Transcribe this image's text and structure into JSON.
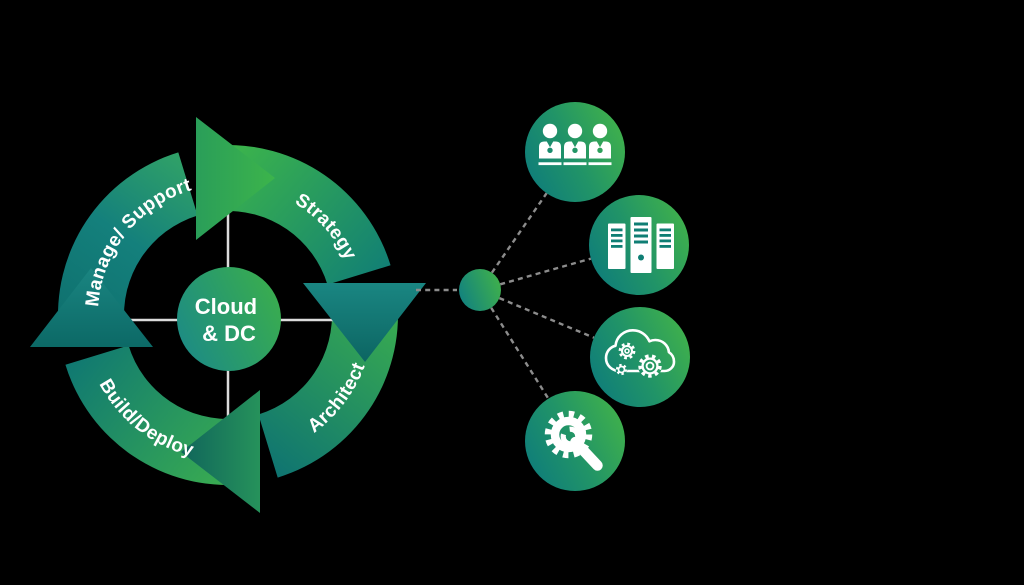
{
  "diagram": {
    "center": {
      "line1": "Cloud",
      "line2": "& DC"
    },
    "labels": {
      "manage_support": "Manage/ Support",
      "strategy": "Strategy",
      "architect": "Architect",
      "build_deploy": "Build/Deploy"
    },
    "services": [
      {
        "name": "team",
        "icon": "team-people-laptops-icon"
      },
      {
        "name": "servers",
        "icon": "server-racks-icon"
      },
      {
        "name": "cloud-automation",
        "icon": "cloud-gears-icon"
      },
      {
        "name": "build-tools",
        "icon": "gear-wrench-icon"
      }
    ],
    "colors": {
      "green": "#3CB44B",
      "teal": "#15807C",
      "dark_teal": "#0C6865",
      "icon_foreground": "#FFFFFF",
      "connector_gray": "#8C8C8C",
      "crosshair_gray": "#DCDCDC",
      "background": "#000000"
    }
  }
}
